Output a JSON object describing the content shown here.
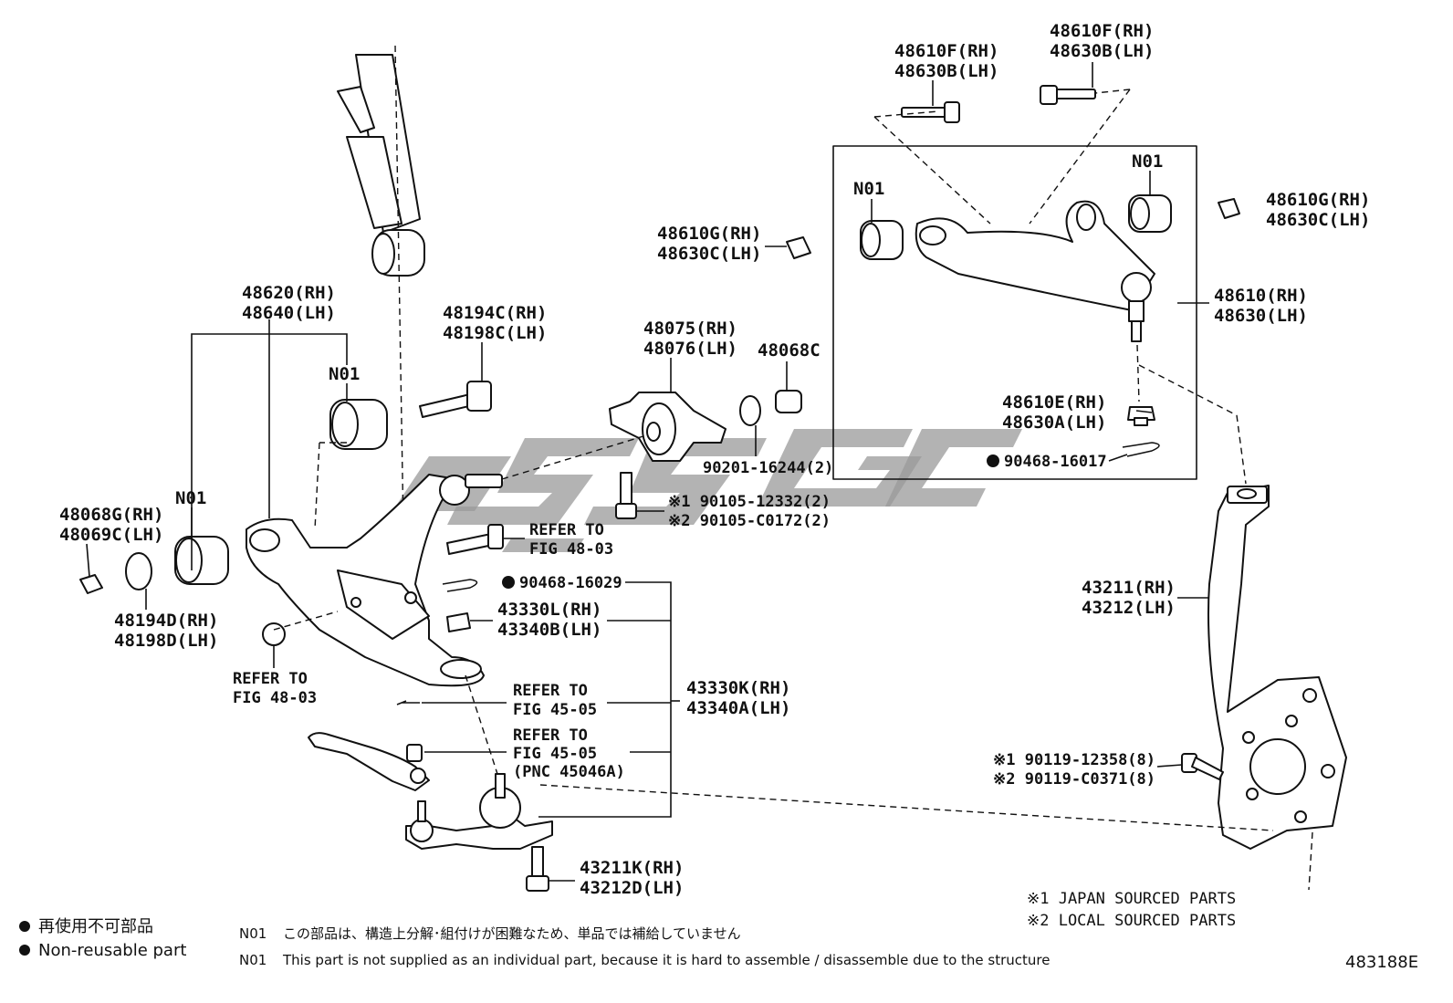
{
  "figure_code": "483188E",
  "callouts": [
    {
      "id": "48610f-left",
      "lines": [
        "48610F(RH)",
        "48630B(LH)"
      ]
    },
    {
      "id": "48610f-right",
      "lines": [
        "48610F(RH)",
        "48630B(LH)"
      ]
    },
    {
      "id": "n01-upper-left",
      "lines": [
        "N01"
      ]
    },
    {
      "id": "n01-upper-right",
      "lines": [
        "N01"
      ]
    },
    {
      "id": "48610g-left",
      "lines": [
        "48610G(RH)",
        "48630C(LH)"
      ]
    },
    {
      "id": "48610g-right",
      "lines": [
        "48610G(RH)",
        "48630C(LH)"
      ]
    },
    {
      "id": "48610-arm",
      "lines": [
        "48610(RH)",
        "48630(LH)"
      ]
    },
    {
      "id": "48610e",
      "lines": [
        "48610E(RH)",
        "48630A(LH)"
      ]
    },
    {
      "id": "90468-16017",
      "lines": [
        "90468-16017"
      ]
    },
    {
      "id": "48620-arm",
      "lines": [
        "48620(RH)",
        "48640(LH)"
      ]
    },
    {
      "id": "48194c",
      "lines": [
        "48194C(RH)",
        "48198C(LH)"
      ]
    },
    {
      "id": "48075",
      "lines": [
        "48075(RH)",
        "48076(LH)"
      ]
    },
    {
      "id": "48068c",
      "lines": [
        "48068C"
      ]
    },
    {
      "id": "90201-16244",
      "lines": [
        "90201-16244(2)"
      ]
    },
    {
      "id": "n01-lower-mid",
      "lines": [
        "N01"
      ]
    },
    {
      "id": "90105",
      "lines": [
        "※1 90105-12332(2)",
        "※2 90105-C0172(2)"
      ]
    },
    {
      "id": "48068g",
      "lines": [
        "48068G(RH)",
        "48069C(LH)"
      ]
    },
    {
      "id": "n01-lower-left",
      "lines": [
        "N01"
      ]
    },
    {
      "id": "refer-48-03-a",
      "lines": [
        "REFER TO",
        "FIG 48-03"
      ]
    },
    {
      "id": "90468-16029",
      "lines": [
        "90468-16029"
      ]
    },
    {
      "id": "43330l",
      "lines": [
        "43330L(RH)",
        "43340B(LH)"
      ]
    },
    {
      "id": "48194d",
      "lines": [
        "48194D(RH)",
        "48198D(LH)"
      ]
    },
    {
      "id": "refer-48-03-b",
      "lines": [
        "REFER TO",
        "FIG 48-03"
      ]
    },
    {
      "id": "43211-knuckle",
      "lines": [
        "43211(RH)",
        "43212(LH)"
      ]
    },
    {
      "id": "refer-45-05-a",
      "lines": [
        "REFER TO",
        "FIG 45-05"
      ]
    },
    {
      "id": "43330k",
      "lines": [
        "43330K(RH)",
        "43340A(LH)"
      ]
    },
    {
      "id": "refer-45-05-b",
      "lines": [
        "REFER TO",
        "FIG 45-05",
        "(PNC 45046A)"
      ]
    },
    {
      "id": "90119",
      "lines": [
        "※1 90119-12358(8)",
        "※2 90119-C0371(8)"
      ]
    },
    {
      "id": "43211k",
      "lines": [
        "43211K(RH)",
        "43212D(LH)"
      ]
    }
  ],
  "sourcing_notes": [
    "※1 JAPAN SOURCED PARTS",
    "※2 LOCAL SOURCED PARTS"
  ],
  "legend": {
    "jp": "再使用不可部品",
    "en": "Non-reusable part"
  },
  "footnotes": [
    {
      "code": "N01",
      "text": "この部品は、構造上分解･組付けが困難なため、単品では補給していません"
    },
    {
      "code": "N01",
      "text": "This part is not supplied as an individual part, because it is hard to assemble / disassemble due to the structure"
    }
  ]
}
